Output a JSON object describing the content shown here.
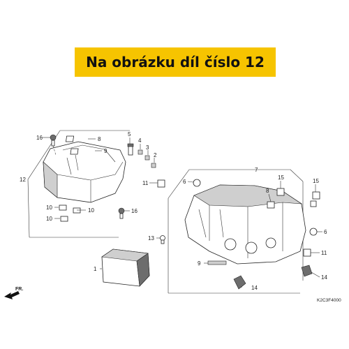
{
  "banner": {
    "text": "Na obrázku díl číslo 12"
  },
  "diagram_code": "K2C3F4000",
  "direction_label": "FR.",
  "callouts": [
    "1",
    "2",
    "3",
    "4",
    "5",
    "6",
    "6",
    "7",
    "8",
    "8",
    "9",
    "10",
    "10",
    "10",
    "11",
    "11",
    "11",
    "12",
    "13",
    "14",
    "14",
    "15",
    "15",
    "16",
    "16"
  ],
  "colors": {
    "banner": "#f6c400"
  }
}
